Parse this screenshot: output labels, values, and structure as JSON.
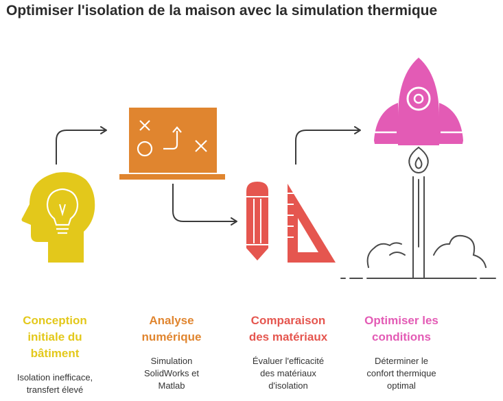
{
  "title": "Optimiser l'isolation de la maison avec la simulation thermique",
  "steps": [
    {
      "title_lines": [
        "Conception",
        "initiale du",
        "bâtiment"
      ],
      "desc_lines": [
        "Isolation inefficace,",
        "transfert élevé"
      ],
      "color": "#e3c81b",
      "icon": "head-lightbulb-icon"
    },
    {
      "title_lines": [
        "Analyse",
        "numérique"
      ],
      "desc_lines": [
        "Simulation",
        "SolidWorks et",
        "Matlab"
      ],
      "color": "#e0852f",
      "icon": "strategy-board-icon"
    },
    {
      "title_lines": [
        "Comparaison",
        "des matériaux"
      ],
      "desc_lines": [
        "Évaluer l'efficacité",
        "des matériaux",
        "d'isolation"
      ],
      "color": "#e5564f",
      "icon": "pencil-ruler-icon"
    },
    {
      "title_lines": [
        "Optimiser les",
        "conditions"
      ],
      "desc_lines": [
        "Déterminer le",
        "confort thermique",
        "optimal"
      ],
      "color": "#e35bb5",
      "icon": "rocket-icon"
    }
  ]
}
